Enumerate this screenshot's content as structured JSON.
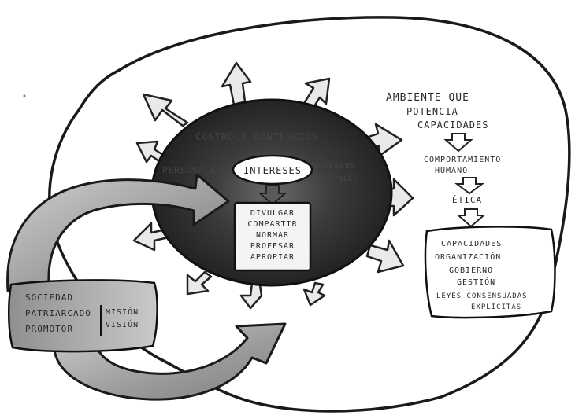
{
  "diagram": {
    "core": {
      "top_text": "CONTROLE  CONTENCIÓN",
      "left_text": "PERSONALES",
      "right_text": "SOCIALES",
      "right_sub": "GRUPALES",
      "center_label": "INTERESES"
    },
    "actions": [
      "DIVULGAR",
      "COMPARTIR",
      "NORMAR",
      "PROFESAR",
      "APROPIAR"
    ],
    "society": {
      "lines": [
        "SOCIEDAD",
        "PATRIARCADO",
        "PROMOTOR"
      ],
      "side": [
        "MISIÓN",
        "VISIÓN"
      ]
    },
    "flow": {
      "title_lines": [
        "AMBIENTE QUE",
        "POTENCIA",
        "CAPACIDADES"
      ],
      "behavior_lines": [
        "COMPORTAMIENTO",
        "HUMANO"
      ],
      "ethics": "ÉTICA"
    },
    "result_box": {
      "lines": [
        "CAPACIDADES",
        "ORGANIZACIÓN",
        "GOBIERNO",
        "GESTIÓN",
        "LEYES CONSENSUADAS",
        "EXPLÍCITAS"
      ]
    }
  }
}
